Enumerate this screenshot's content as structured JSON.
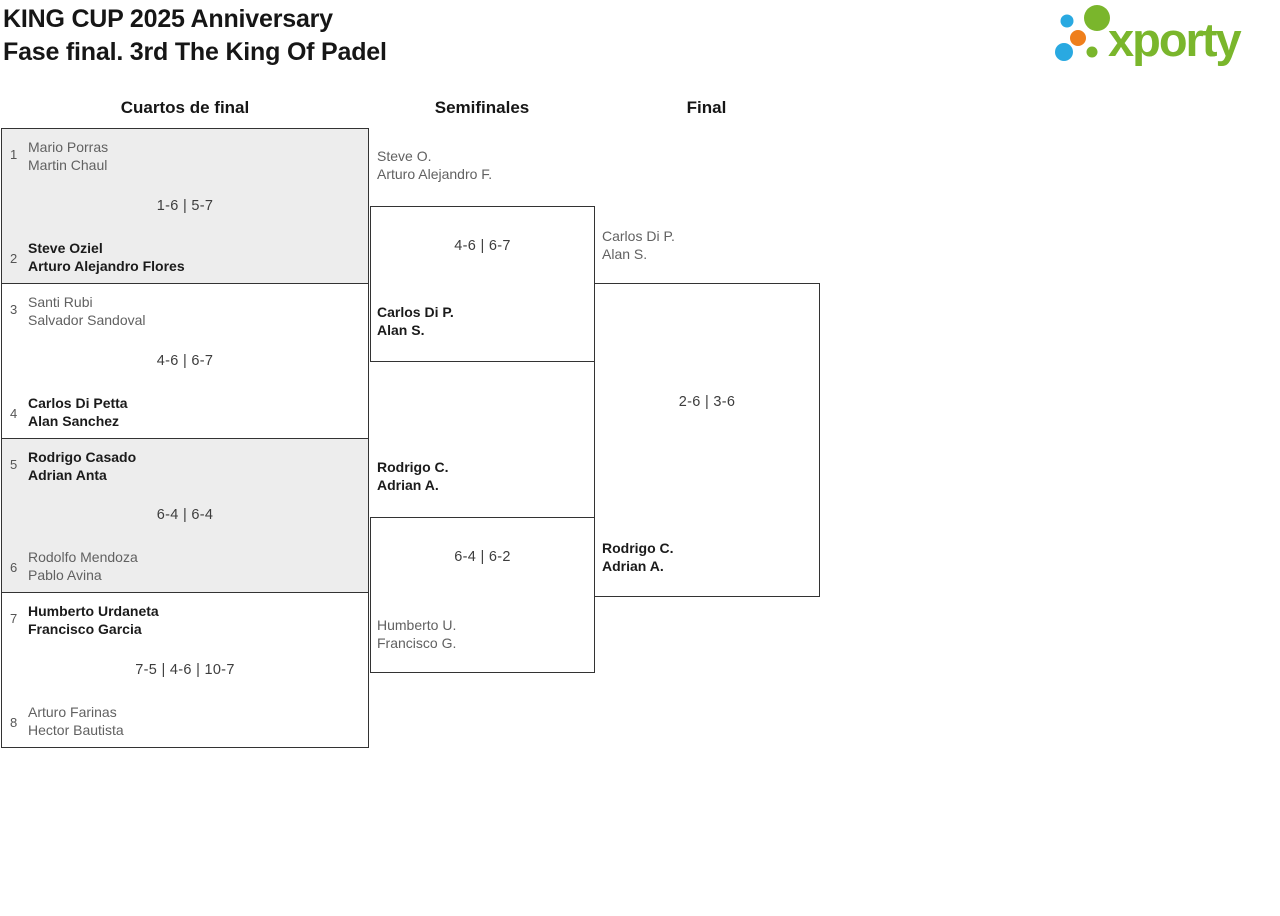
{
  "header": {
    "title_line1": "KING CUP 2025 Anniversary",
    "title_line2": "Fase final. 3rd The King Of Padel",
    "logo_text": "xporty"
  },
  "colors": {
    "logo_green": "#7ab62c",
    "logo_blue": "#29a9e1",
    "logo_orange": "#ef7f1b",
    "box_border": "#333333",
    "shaded_row_bg": "#ededed",
    "winner_text": "#1b1b1b",
    "loser_text": "#616161",
    "score_text": "#3d3d3d"
  },
  "rounds": [
    {
      "label": "Cuartos de final"
    },
    {
      "label": "Semifinales"
    },
    {
      "label": "Final"
    }
  ],
  "bracket": {
    "quarterfinals": [
      {
        "seed_top": "1",
        "seed_bottom": "2",
        "top": {
          "p1": "Mario Porras",
          "p2": "Martin Chaul",
          "winner": false
        },
        "bottom": {
          "p1": "Steve Oziel",
          "p2": "Arturo Alejandro Flores",
          "winner": true
        },
        "score": "1-6 | 5-7",
        "shaded": true
      },
      {
        "seed_top": "3",
        "seed_bottom": "4",
        "top": {
          "p1": "Santi Rubi",
          "p2": "Salvador Sandoval",
          "winner": false
        },
        "bottom": {
          "p1": "Carlos Di Petta",
          "p2": "Alan Sanchez",
          "winner": true
        },
        "score": "4-6 | 6-7",
        "shaded": false
      },
      {
        "seed_top": "5",
        "seed_bottom": "6",
        "top": {
          "p1": "Rodrigo Casado",
          "p2": "Adrian Anta",
          "winner": true
        },
        "bottom": {
          "p1": "Rodolfo Mendoza",
          "p2": "Pablo Avina",
          "winner": false
        },
        "score": "6-4 | 6-4",
        "shaded": true
      },
      {
        "seed_top": "7",
        "seed_bottom": "8",
        "top": {
          "p1": "Humberto Urdaneta",
          "p2": "Francisco Garcia",
          "winner": true
        },
        "bottom": {
          "p1": "Arturo Farinas",
          "p2": "Hector Bautista",
          "winner": false
        },
        "score": "7-5 | 4-6 | 10-7",
        "shaded": false
      }
    ],
    "semifinals": [
      {
        "top": {
          "p1": "Steve O.",
          "p2": "Arturo Alejandro F.",
          "winner": false
        },
        "bottom": {
          "p1": "Carlos Di P.",
          "p2": "Alan S.",
          "winner": true
        },
        "score": "4-6 | 6-7"
      },
      {
        "top": {
          "p1": "Rodrigo C.",
          "p2": "Adrian A.",
          "winner": true
        },
        "bottom": {
          "p1": "Humberto U.",
          "p2": "Francisco G.",
          "winner": false
        },
        "score": "6-4 | 6-2"
      }
    ],
    "final": {
      "top": {
        "p1": "Carlos Di P.",
        "p2": "Alan S.",
        "winner": false
      },
      "bottom": {
        "p1": "Rodrigo C.",
        "p2": "Adrian A.",
        "winner": true
      },
      "score": "2-6 | 3-6"
    }
  }
}
